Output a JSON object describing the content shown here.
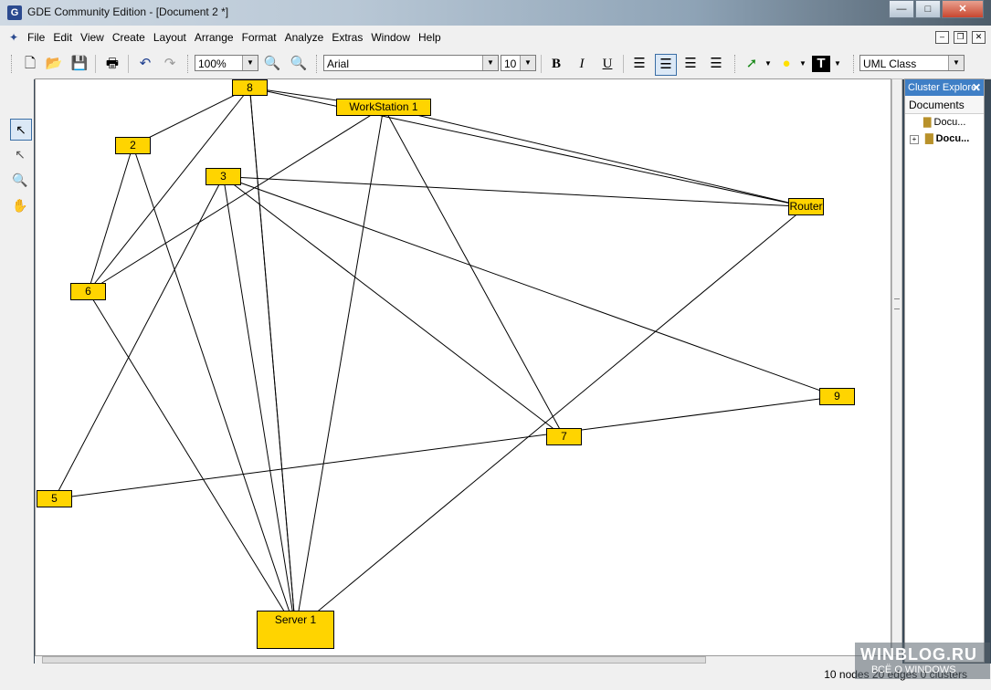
{
  "window": {
    "title": "GDE Community Edition - [Document 2 *]",
    "min_label": "—",
    "max_label": "□",
    "close_label": "✕"
  },
  "menu": {
    "items": [
      "File",
      "Edit",
      "View",
      "Create",
      "Layout",
      "Arrange",
      "Format",
      "Analyze",
      "Extras",
      "Window",
      "Help"
    ]
  },
  "toolbar": {
    "zoom": "100%",
    "font": "Arial",
    "font_size": "10",
    "shape_type": "UML Class",
    "bold": "B",
    "italic": "I",
    "underline": "U",
    "text_icon": "T"
  },
  "cluster_panel": {
    "title": "Cluster Explorer",
    "close": "✕",
    "subheader": "Documents",
    "docs": [
      {
        "label": "Docu..."
      },
      {
        "label": "Docu...",
        "expander": "+"
      }
    ]
  },
  "graph": {
    "nodes": [
      {
        "id": "8",
        "label": "8"
      },
      {
        "id": "ws1",
        "label": "WorkStation 1"
      },
      {
        "id": "2",
        "label": "2"
      },
      {
        "id": "3",
        "label": "3"
      },
      {
        "id": "router",
        "label": "Router"
      },
      {
        "id": "6",
        "label": "6"
      },
      {
        "id": "9",
        "label": "9"
      },
      {
        "id": "7",
        "label": "7"
      },
      {
        "id": "5",
        "label": "5"
      },
      {
        "id": "server1",
        "label": "Server 1"
      }
    ],
    "edges": [
      [
        "8",
        "2"
      ],
      [
        "8",
        "6"
      ],
      [
        "8",
        "ws1"
      ],
      [
        "8",
        "router"
      ],
      [
        "8",
        "server1"
      ],
      [
        "ws1",
        "router"
      ],
      [
        "ws1",
        "6"
      ],
      [
        "ws1",
        "server1"
      ],
      [
        "ws1",
        "7"
      ],
      [
        "2",
        "6"
      ],
      [
        "2",
        "server1"
      ],
      [
        "3",
        "router"
      ],
      [
        "3",
        "5"
      ],
      [
        "3",
        "server1"
      ],
      [
        "3",
        "9"
      ],
      [
        "3",
        "7"
      ],
      [
        "6",
        "server1"
      ],
      [
        "router",
        "server1"
      ],
      [
        "9",
        "5"
      ],
      [
        "8",
        "server1"
      ]
    ]
  },
  "status": {
    "text": "10 nodes  20 edges  0 clusters"
  },
  "watermark": {
    "site": "WINBLOG.RU",
    "tagline": "ВСЁ О WINDOWS"
  },
  "colors": {
    "node_fill": "#ffd400",
    "panel_header": "#3f7fc6"
  }
}
